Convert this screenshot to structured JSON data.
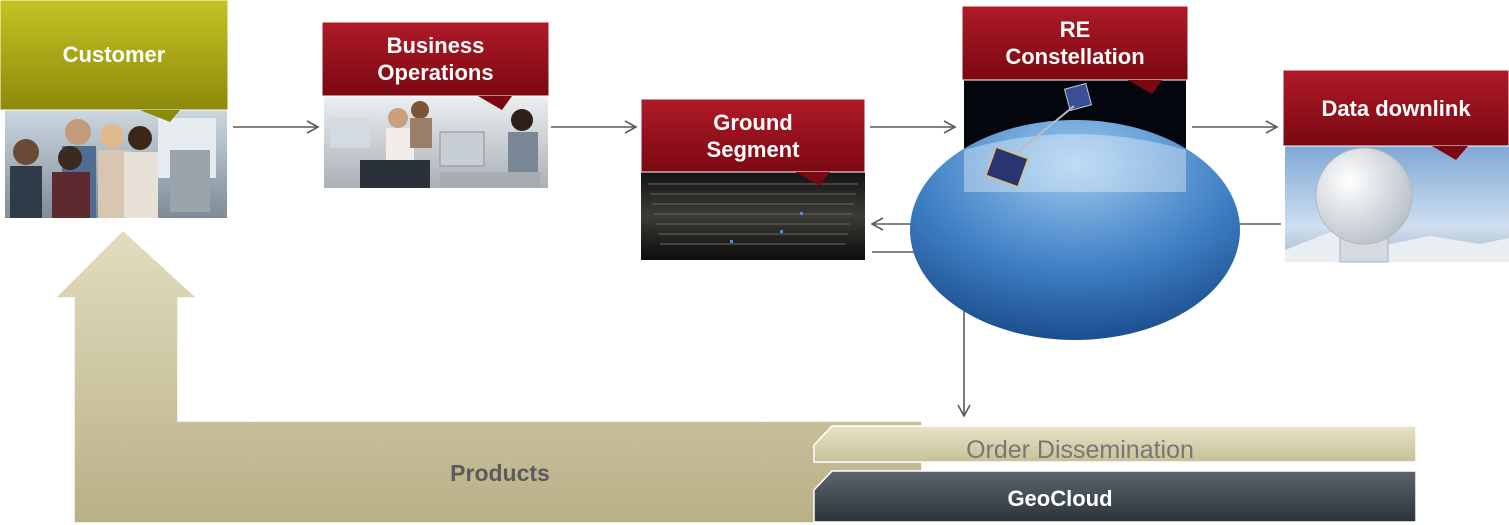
{
  "nodes": {
    "customer": {
      "label": "Customer"
    },
    "business_operations": {
      "label": "Business\nOperations"
    },
    "ground_segment": {
      "label": "Ground\nSegment"
    },
    "re_constellation": {
      "label": "RE\nConstellation"
    },
    "data_downlink": {
      "label": "Data downlink"
    }
  },
  "bands": {
    "products": {
      "label": "Products"
    },
    "order_dissemination": {
      "label": "Order Dissemination"
    },
    "geocloud": {
      "label": "GeoCloud"
    }
  },
  "colors": {
    "customer_header": "#9b9a10",
    "red_header": "#8e0d18",
    "products_arrow": "#cbc49b",
    "order_band": "#d6d0ad",
    "geocloud_band": "#3f4850",
    "connector": "#5a5a5a"
  }
}
